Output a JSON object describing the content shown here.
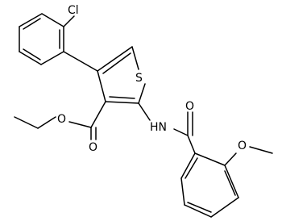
{
  "molecule": {
    "atom_labels": {
      "chlorine": "Cl",
      "sulfur": "S",
      "ester_carbonyl_oxygen": "O",
      "ester_ether_oxygen": "O",
      "amide_nh": "HN",
      "amide_carbonyl_oxygen": "O",
      "methoxy_oxygen": "O"
    }
  },
  "colors": {
    "bond": "#000000",
    "label": "#000000",
    "background": "#ffffff"
  }
}
